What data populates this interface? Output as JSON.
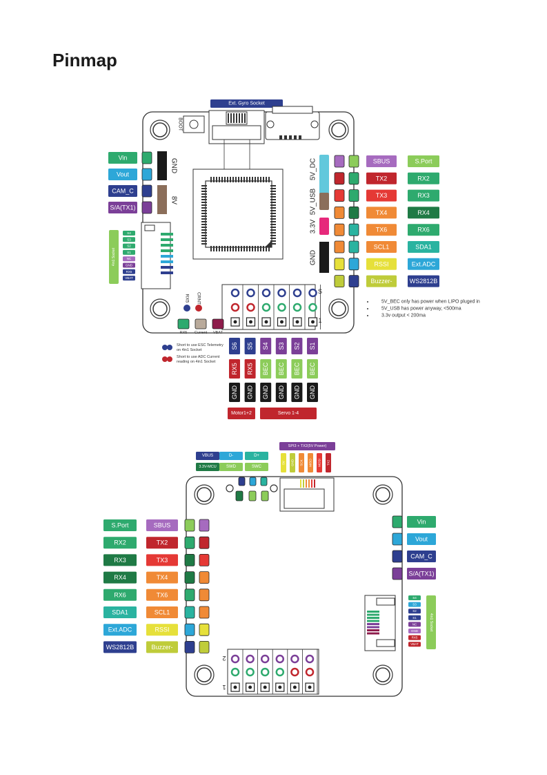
{
  "title": "Pinmap",
  "colors": {
    "green": "#2eaa6e",
    "blue": "#2da7d8",
    "navy": "#2e3f8f",
    "purple": "#7b3f98",
    "darkRed": "#c0262d",
    "red": "#e53935",
    "orange": "#f08a36",
    "darkGreen": "#1f7a45",
    "midGreen": "#8ccc5a",
    "teal": "#2ab3a0",
    "yellow": "#e6e03a",
    "black": "#1a1a1a",
    "brown": "#8b6e5a",
    "pink": "#e6297b",
    "lightBlue": "#62c8dc",
    "violet": "#a66bbf",
    "olive": "#bfcc3a",
    "khaki": "#b9aa9b",
    "maroon": "#8e1c4b"
  },
  "top": {
    "gyro": "Ext. Gyro Socket",
    "boot": "BOOT",
    "left": [
      "Vin",
      "Vout",
      "CAM_C",
      "S/A(TX1)"
    ],
    "pwr": {
      "gnd": "GND",
      "v8": "8V"
    },
    "rail": [
      "5V_DC",
      "5V_USB",
      "3.3V",
      "GND"
    ],
    "colA": [
      "SBUS",
      "TX2",
      "TX3",
      "TX4",
      "TX6",
      "SCL1",
      "RSSI",
      "Buzzer-"
    ],
    "colB": [
      "S.Port",
      "RX2",
      "RX3",
      "RX4",
      "RX6",
      "SDA1",
      "Ext.ADC",
      "WS2812B"
    ],
    "socketTitle": "4in1 Socket",
    "socket": [
      "S4",
      "S3",
      "S2",
      "S1",
      "NC",
      "GND",
      "RX5",
      "VBAT"
    ],
    "rx5": "RX5",
    "crnt": "CRNT",
    "bottom": [
      "RX5",
      "Current",
      "VBAT"
    ],
    "s": "S",
    "one": "1",
    "notes": [
      "5V_BEC only has power when LIPO pluged in",
      "5V_USB has power anyway, <500ma",
      "3.3v output < 200ma"
    ],
    "legend": [
      "Short to use ESC Telemetry",
      "on 4in1 Socket",
      "Short to use ADC Current",
      "reading on 4in1 Socket"
    ],
    "sig": [
      "S6",
      "S5",
      "S4",
      "S3",
      "S2",
      "S1"
    ],
    "mid": [
      "RX5",
      "RX5",
      "BEC",
      "BEC",
      "BEC",
      "BEC"
    ],
    "gnd": "GND",
    "motor": "Motor1+2",
    "servo": "Servo 1-4"
  },
  "bottomView": {
    "usb": [
      "VBUS",
      "D-",
      "D+",
      "3.3V-MCU",
      "SWD",
      "SWC"
    ],
    "spi": "SPI3 + TX2(5V Power)",
    "spiPins": [
      "5V",
      "GND",
      "SCK",
      "MISO",
      "MOSI",
      "TX2"
    ],
    "colA": [
      "S.Port",
      "RX2",
      "RX3",
      "RX4",
      "RX6",
      "SDA1",
      "Ext.ADC",
      "WS2812B"
    ],
    "colB": [
      "SBUS",
      "TX2",
      "TX3",
      "TX4",
      "TX6",
      "SCL1",
      "RSSI",
      "Buzzer-"
    ],
    "right": [
      "Vin",
      "Vout",
      "CAM_C",
      "S/A(TX1)"
    ],
    "socket": [
      "S4",
      "S3",
      "S2",
      "S1",
      "NC",
      "GND",
      "RX5",
      "VBAT"
    ],
    "socketTitle": "4in1 Socket",
    "two": "2",
    "one": "1"
  }
}
